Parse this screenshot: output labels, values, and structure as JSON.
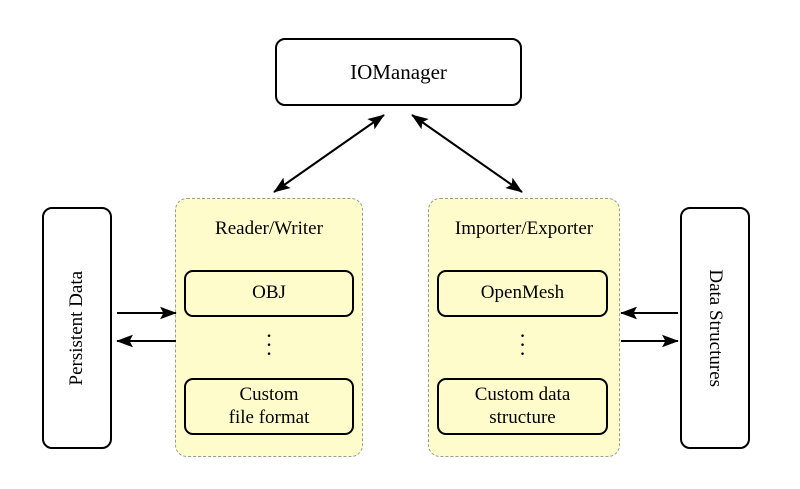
{
  "diagram": {
    "title_node": {
      "label": "IOManager"
    },
    "left_outer": {
      "label": "Persistent Data",
      "orientation": "bottom-to-top"
    },
    "right_outer": {
      "label": "Data Structures",
      "orientation": "top-to-bottom"
    },
    "panels": [
      {
        "id": "reader-writer",
        "title": "Reader/Writer",
        "items": [
          "OBJ",
          "Custom\nfile format"
        ],
        "item_top": "OBJ",
        "item_bottom_line1": "Custom",
        "item_bottom_line2": "file format",
        "ellipsis": "⋮"
      },
      {
        "id": "importer-exporter",
        "title": "Importer/Exporter",
        "items": [
          "OpenMesh",
          "Custom data\nstructure"
        ],
        "item_top": "OpenMesh",
        "item_bottom_line1": "Custom data",
        "item_bottom_line2": "structure",
        "ellipsis": "⋮"
      }
    ],
    "colors": {
      "panel_fill": "#fffccc",
      "panel_border": "#9a9a9a",
      "node_border": "#000000",
      "node_fill": "#ffffff",
      "background": "#ffffff",
      "arrow": "#000000"
    },
    "connections": [
      {
        "from": "IOManager",
        "to": "Reader/Writer",
        "style": "double-headed-diagonal"
      },
      {
        "from": "IOManager",
        "to": "Importer/Exporter",
        "style": "double-headed-diagonal"
      },
      {
        "from": "Persistent Data",
        "to": "Reader/Writer",
        "style": "single-arrow-right"
      },
      {
        "from": "Reader/Writer",
        "to": "Persistent Data",
        "style": "single-arrow-left"
      },
      {
        "from": "Importer/Exporter",
        "to": "Data Structures",
        "style": "single-arrow-left"
      },
      {
        "from": "Data Structures",
        "to": "Importer/Exporter",
        "style": "single-arrow-right"
      }
    ]
  }
}
